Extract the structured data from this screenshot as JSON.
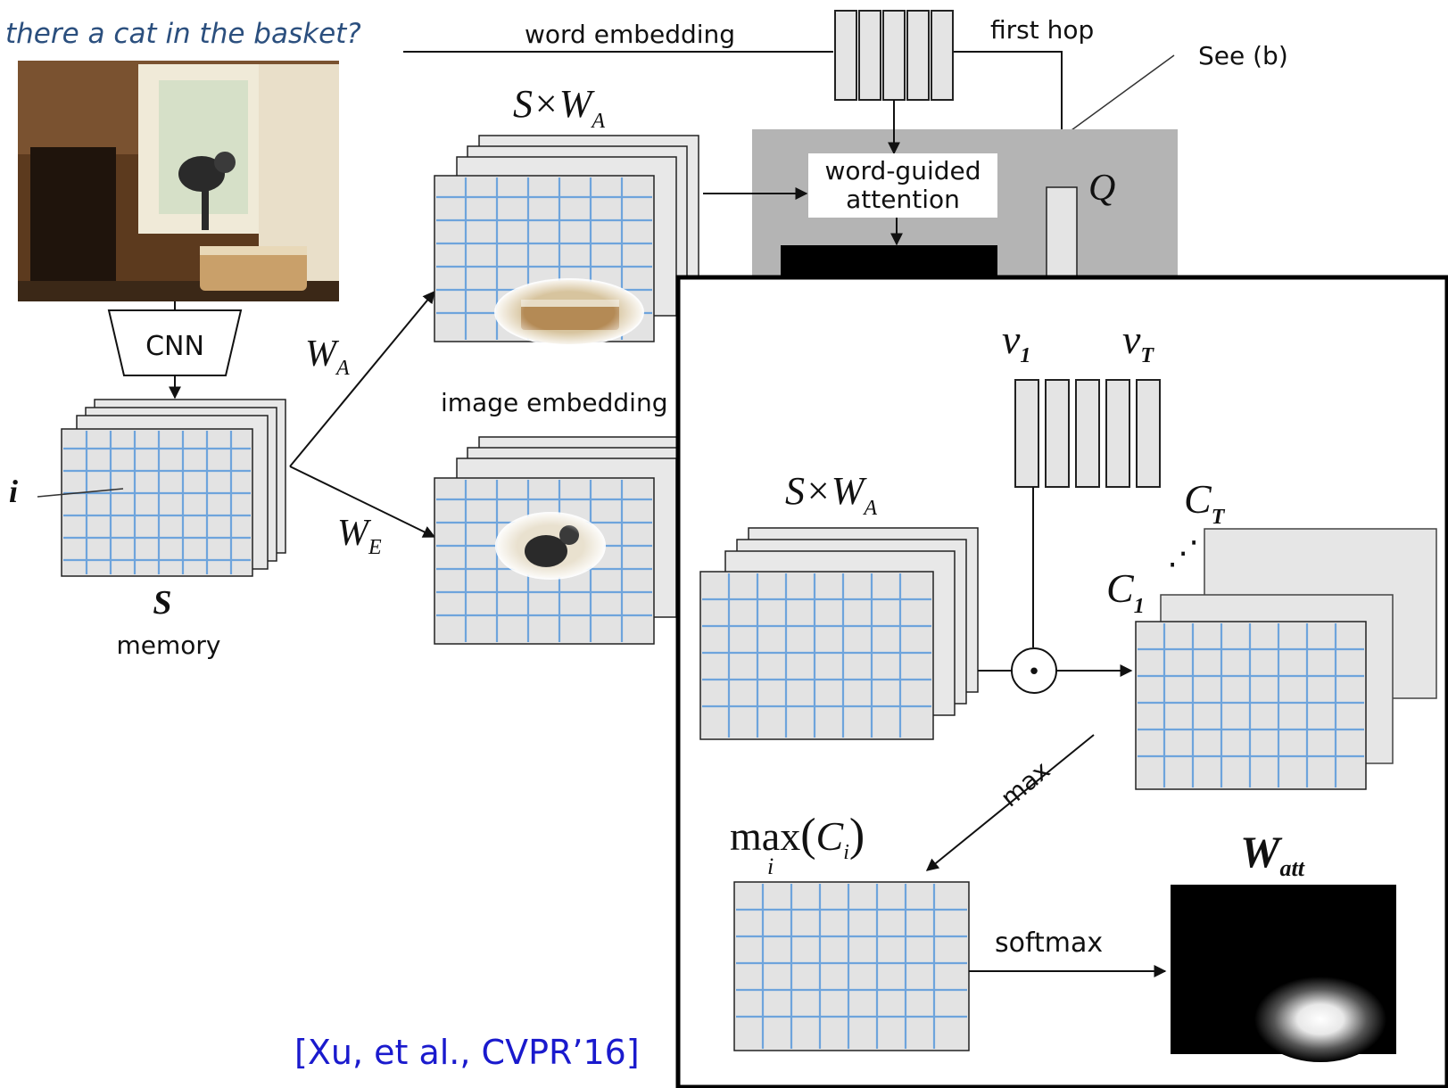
{
  "question": "there a cat in the basket?",
  "labels": {
    "word_embedding": "word embedding",
    "first_hop": "first hop",
    "see_b": "See (b)",
    "word_guided_1": "word-guided",
    "word_guided_2": "attention",
    "q": "Q",
    "cnn": "CNN",
    "s": "S",
    "memory": "memory",
    "i": "i",
    "image_embedding": "image embedding",
    "wa_main": "W",
    "wa_sub": "A",
    "we_main": "W",
    "we_sub": "E",
    "sxwa_main": "S×W",
    "sxwa_sub": "A",
    "v1_main": "v",
    "v1_sub": "1",
    "vt_main": "v",
    "vt_sub": "T",
    "ct_main": "C",
    "ct_sub": "T",
    "c1_main": "C",
    "c1_sub": "1",
    "dots": "⋰",
    "max_arrow": "max",
    "maxci_main": "max",
    "maxci_paren_open": "(",
    "maxci_c": "C",
    "maxci_csub": "i",
    "maxci_paren_close": ")",
    "maxci_under": "i",
    "softmax": "softmax",
    "watt_main": "W",
    "watt_sub": "att",
    "dot_op": "•",
    "citation": "[Xu, et al., CVPR’16]"
  },
  "colors": {
    "question_text": "#2b4f7e",
    "citation_text": "#1a1acd",
    "grid_line": "#6ea4dc",
    "panel_gray": "#b4b4b4",
    "card_fill": "#e6e6e6"
  }
}
